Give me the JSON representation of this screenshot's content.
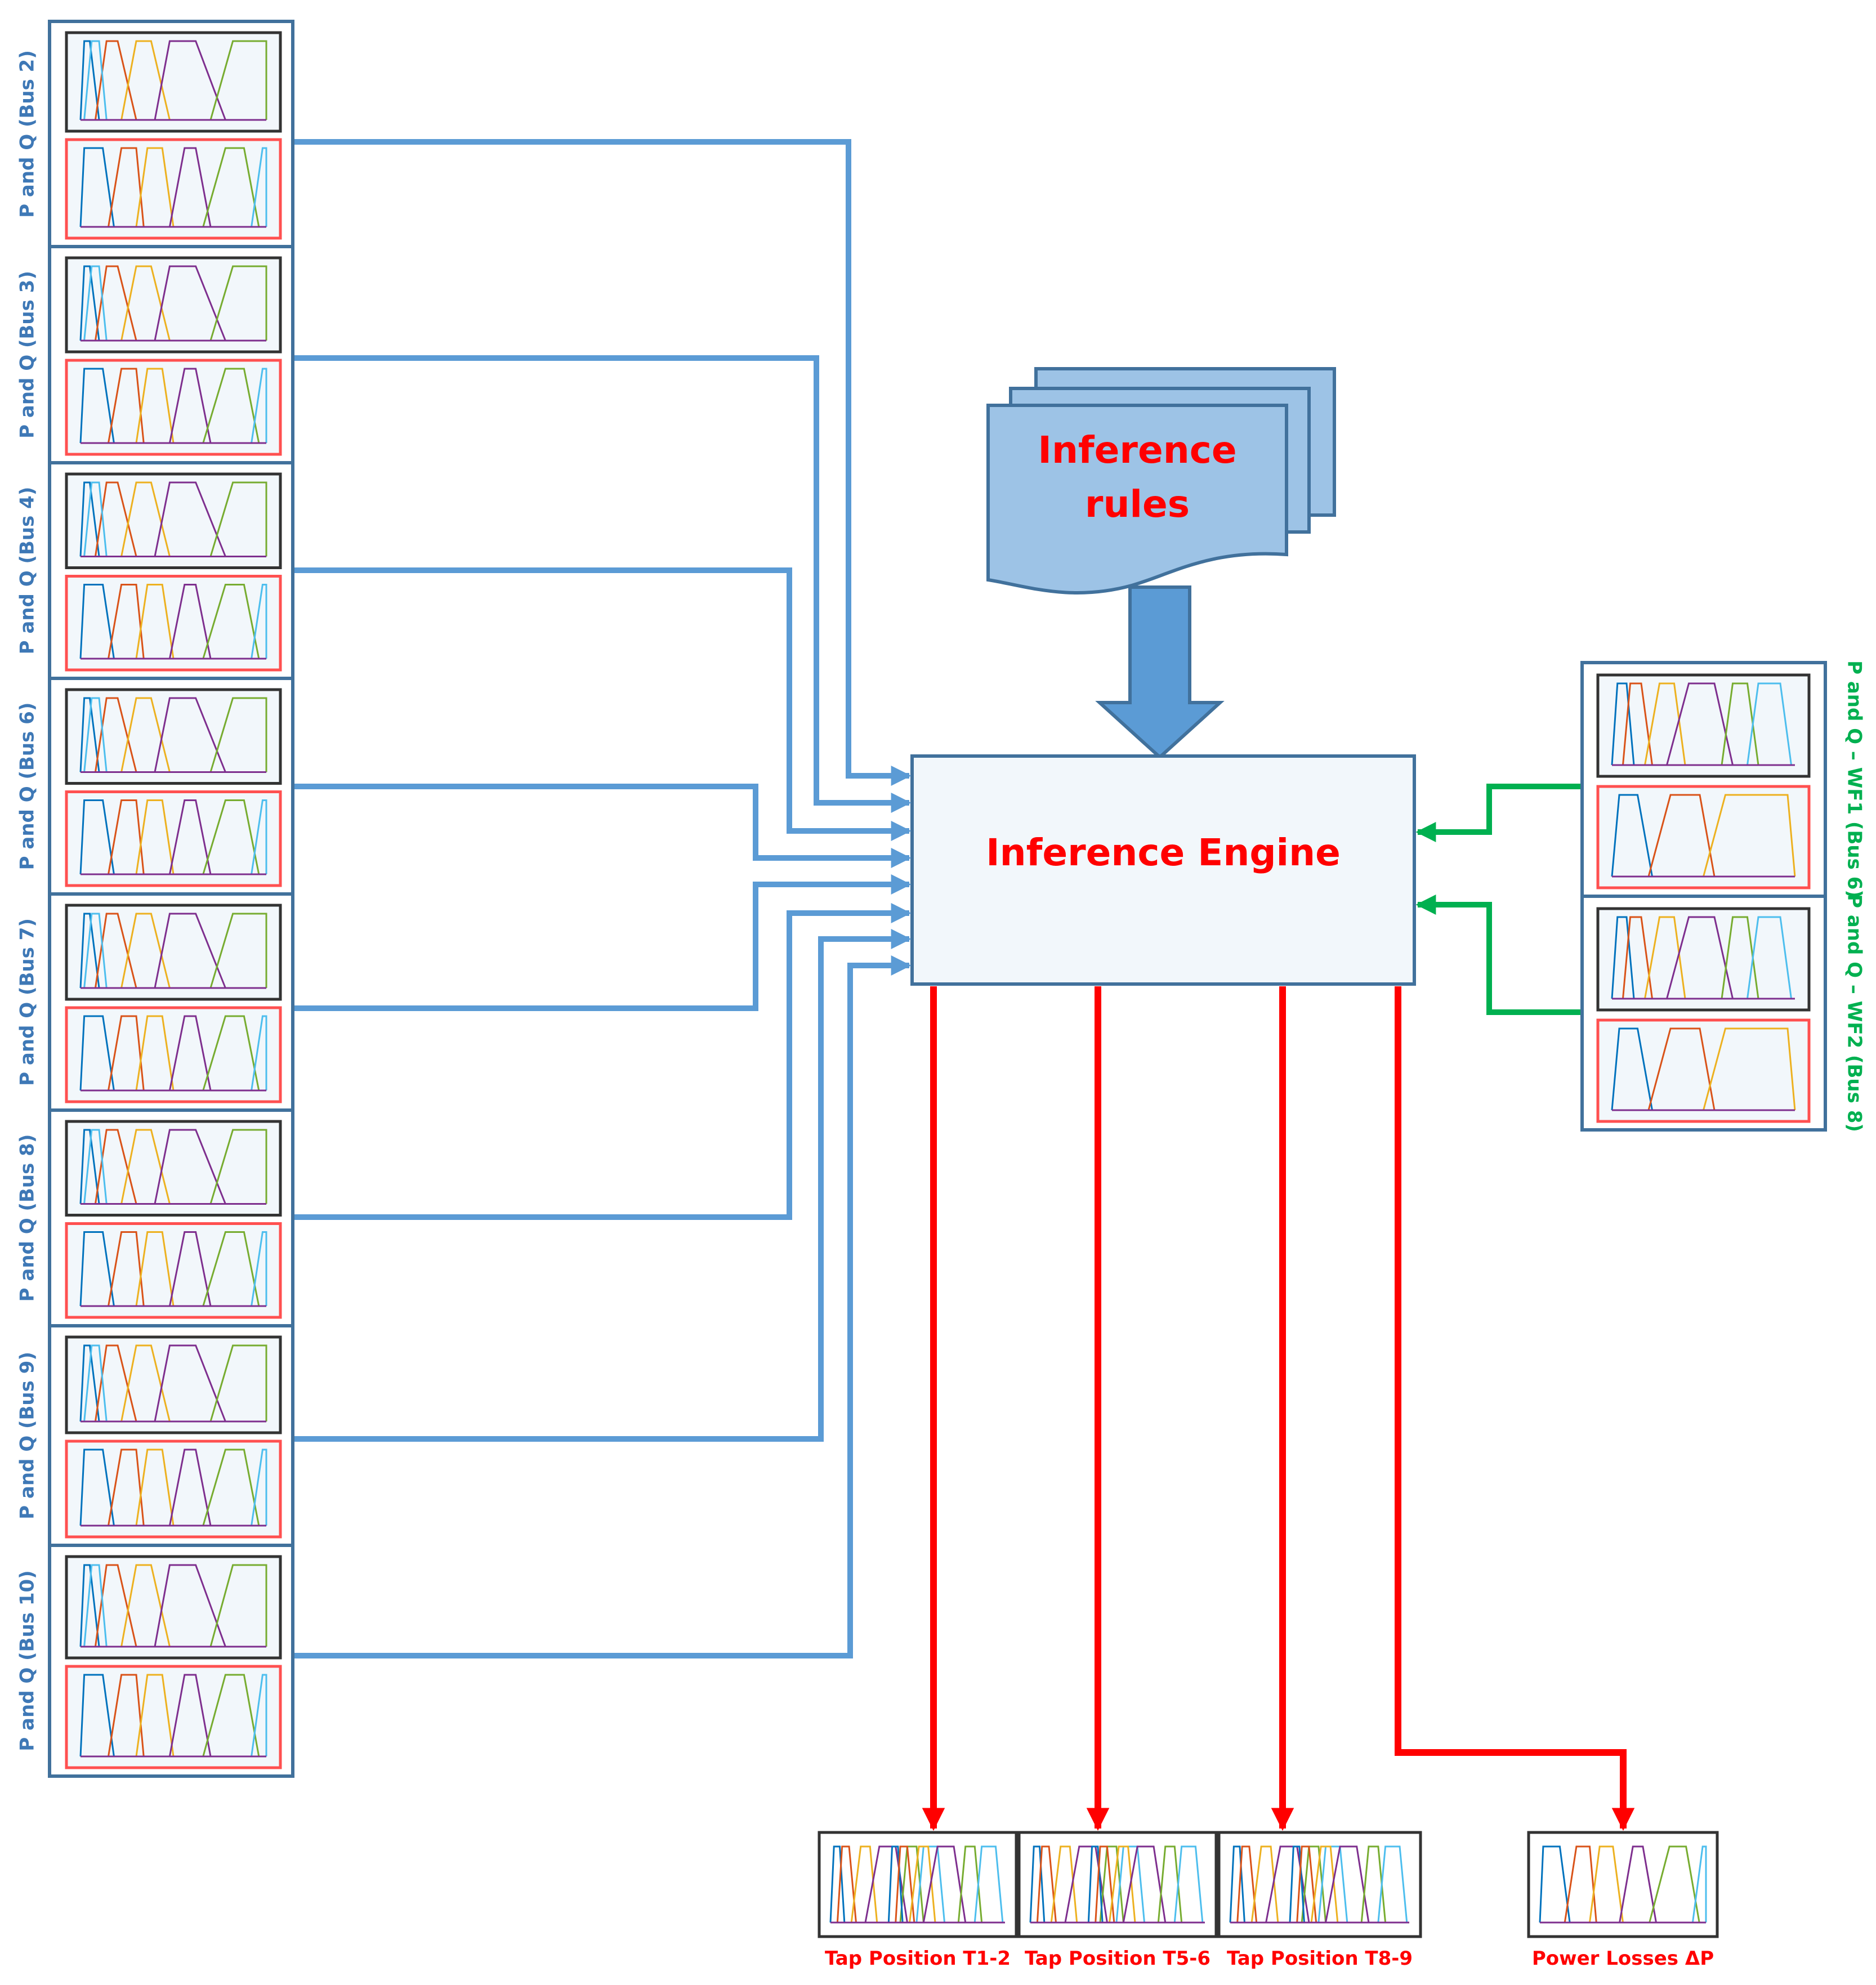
{
  "colors": {
    "blue_connector": "#5B9BD5",
    "panel_border": "#41719C",
    "green_connector": "#00B050",
    "red_connector": "#FF0000",
    "engine_fill": "#F2F7FB",
    "rules_fill": "#9DC3E6",
    "mf_palette": [
      "#0072BD",
      "#D95319",
      "#EDB120",
      "#7E2F8E",
      "#77AC30",
      "#4DBEEE"
    ]
  },
  "engine": {
    "label": "Inference Engine"
  },
  "rules": {
    "line1": "Inference",
    "line2": "rules"
  },
  "inputs_left": [
    {
      "label": "P and Q (Bus 2)"
    },
    {
      "label": "P and Q (Bus 3)"
    },
    {
      "label": "P and Q (Bus 4)"
    },
    {
      "label": "P and Q (Bus 6)"
    },
    {
      "label": "P and Q (Bus 7)"
    },
    {
      "label": "P and Q (Bus 8)"
    },
    {
      "label": "P and Q (Bus 9)"
    },
    {
      "label": "P and Q (Bus 10)"
    }
  ],
  "inputs_right": [
    {
      "label": "P and Q – WF1 (Bus 6)"
    },
    {
      "label": "P and Q – WF2 (Bus 8)"
    }
  ],
  "outputs": [
    {
      "label": "Tap Position T1-2"
    },
    {
      "label": "Tap Position T5-6"
    },
    {
      "label": "Tap Position T8-9"
    },
    {
      "label": "Power Losses ΔP"
    }
  ]
}
